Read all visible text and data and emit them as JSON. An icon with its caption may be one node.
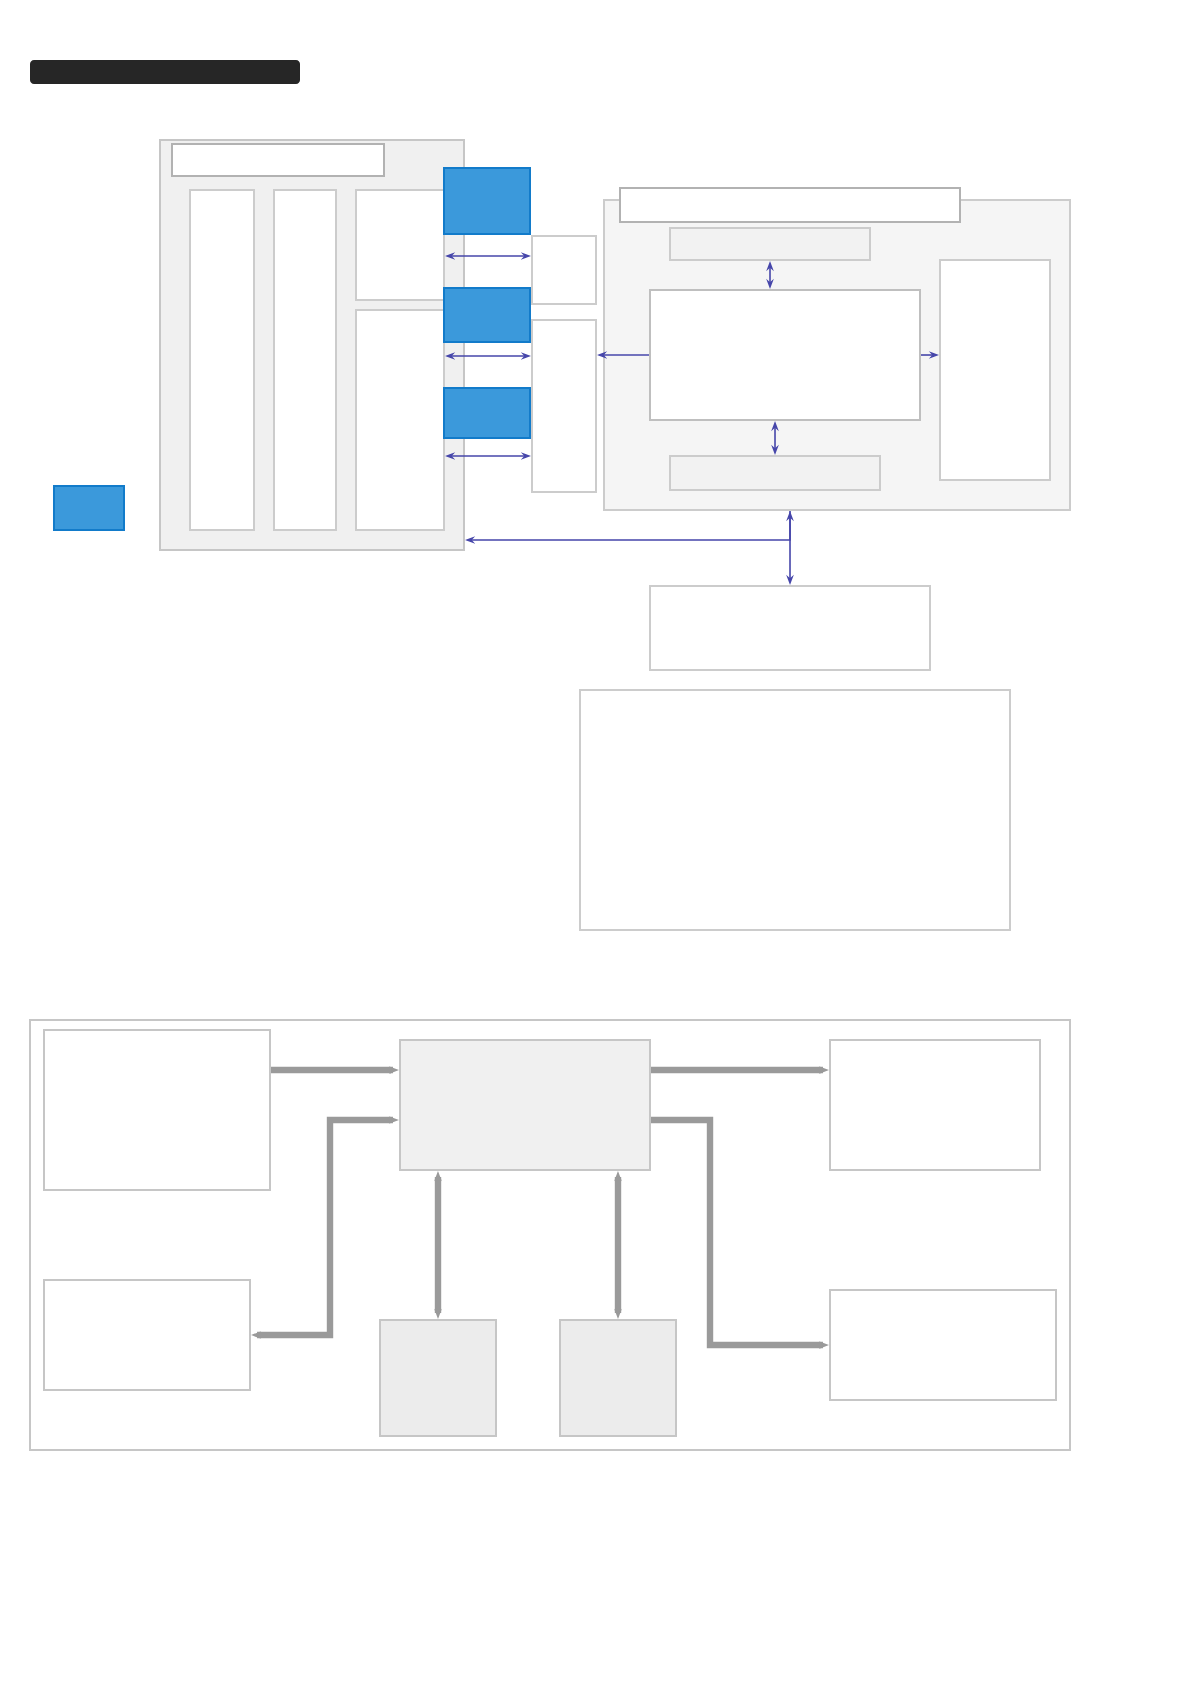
{
  "diagram": {
    "nodes": [
      {
        "text": [],
        "shape": "box"
      },
      {
        "text": [],
        "shape": "box",
        "in": 0
      },
      {
        "text": [],
        "shape": "box",
        "in": 0
      },
      {
        "text": [],
        "shape": "box",
        "in": 0
      },
      {
        "text": [],
        "shape": "box",
        "in": 0
      },
      {
        "text": [],
        "shape": "box",
        "in": 0
      },
      {
        "text": [],
        "shape": "box"
      },
      {
        "text": [],
        "shape": "box"
      },
      {
        "text": [],
        "shape": "box"
      },
      {
        "text": [],
        "shape": "box"
      },
      {
        "text": [],
        "shape": "box"
      },
      {
        "text": [],
        "shape": "box"
      },
      {
        "text": [],
        "shape": "box"
      },
      {
        "text": [],
        "shape": "box",
        "in": 12
      },
      {
        "text": [],
        "shape": "box",
        "in": 12
      },
      {
        "text": [],
        "shape": "box",
        "in": 12
      },
      {
        "text": [],
        "shape": "box",
        "in": 12
      },
      {
        "text": [],
        "shape": "box",
        "in": 12
      },
      {
        "text": [],
        "shape": "box"
      },
      {
        "text": [],
        "shape": "box"
      },
      {
        "text": [],
        "shape": "box"
      },
      {
        "text": [],
        "shape": "box",
        "in": 20
      },
      {
        "text": [],
        "shape": "box",
        "in": 20
      },
      {
        "text": [],
        "shape": "box",
        "in": 20
      },
      {
        "text": [],
        "shape": "box",
        "in": 20
      },
      {
        "text": [],
        "shape": "box",
        "in": 20
      },
      {
        "text": [],
        "shape": "box",
        "in": 20
      },
      {
        "text": [],
        "shape": "box",
        "in": 20
      }
    ],
    "edges": [
      {
        "from": 4,
        "to": 10,
        "arrow": "both"
      },
      {
        "from": 5,
        "to": 11,
        "arrow": "both"
      },
      {
        "from": 5,
        "to": 11,
        "arrow": "both"
      },
      {
        "from": 15,
        "to": 11,
        "arrow": "to"
      },
      {
        "from": 14,
        "to": 15,
        "arrow": "both"
      },
      {
        "from": 15,
        "to": 16,
        "arrow": "both"
      },
      {
        "from": 15,
        "to": 17,
        "arrow": "to"
      },
      {
        "from": 12,
        "to": 0,
        "arrow": "to"
      },
      {
        "from": 12,
        "to": 18,
        "arrow": "both"
      },
      {
        "from": 21,
        "to": 22,
        "arrow": "to",
        "style": "thick",
        "color": "#9a9a9a"
      },
      {
        "from": 24,
        "to": 22,
        "arrow": "both",
        "style": "thick",
        "color": "#9a9a9a"
      },
      {
        "from": 22,
        "to": 23,
        "arrow": "to",
        "style": "thick",
        "color": "#9a9a9a"
      },
      {
        "from": 22,
        "to": 27,
        "arrow": "to",
        "style": "thick",
        "color": "#9a9a9a"
      },
      {
        "from": 25,
        "to": 22,
        "arrow": "both",
        "style": "thick",
        "color": "#9a9a9a"
      },
      {
        "from": 26,
        "to": 22,
        "arrow": "both",
        "style": "thick",
        "color": "#9a9a9a"
      }
    ]
  }
}
